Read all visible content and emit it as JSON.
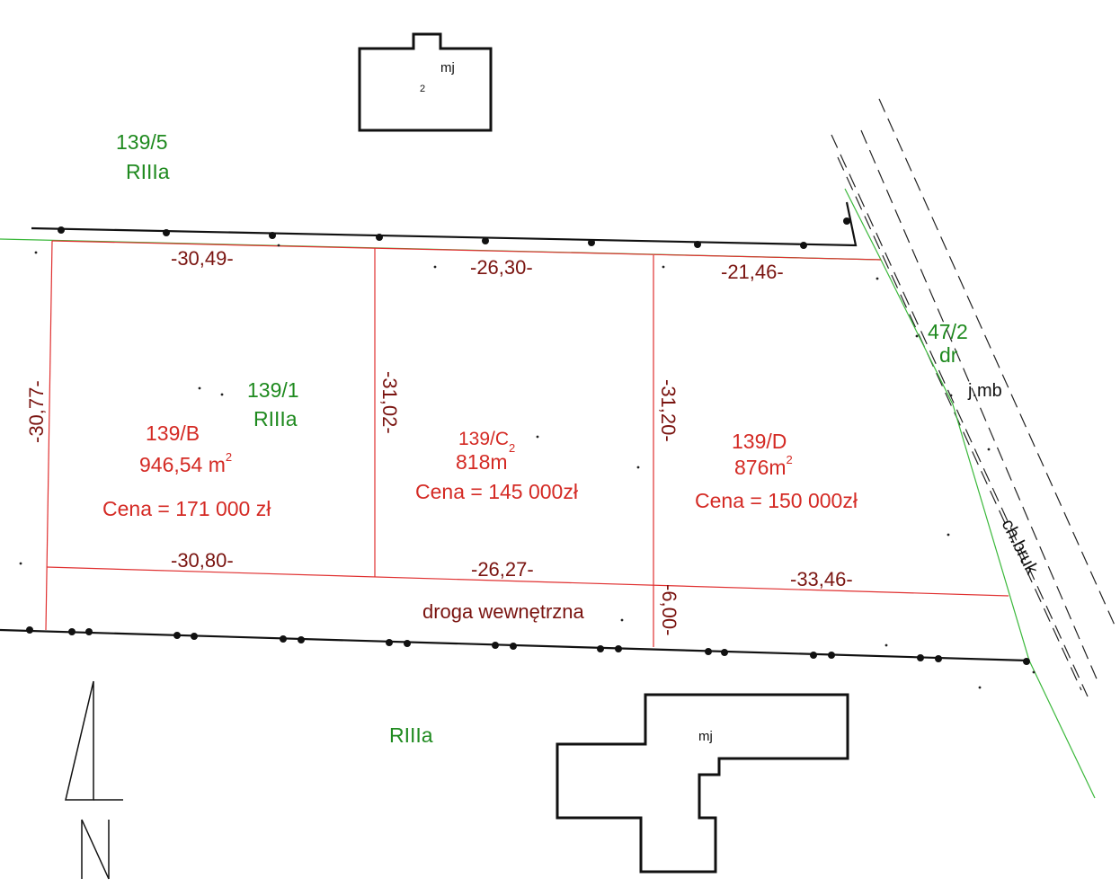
{
  "colors": {
    "parcel_label": "#1f8a1f",
    "dimension": "#7a1410",
    "lot_info": "#d42a24",
    "lot_line": "#e03030",
    "boundary": "#3bb83b",
    "outline": "#111111"
  },
  "top_parcel": {
    "number": "139/5",
    "class": "RIIIa"
  },
  "main_parcel": {
    "number": "139/1",
    "class": "RIIIa"
  },
  "road_parcel": {
    "number": "47/2",
    "use": "dr"
  },
  "bottom_class": "RIIIa",
  "buildings": {
    "top": {
      "label": "mj",
      "floors": "2"
    },
    "bottom": {
      "label": "mj"
    }
  },
  "road_labels": {
    "surface": "j.mb",
    "sidewalk": "ch.bruk"
  },
  "internal_road": "droga wewnętrzna",
  "lots": [
    {
      "id": "139/B",
      "area": "946,54 m",
      "price": "Cena = 171 000 zł"
    },
    {
      "id": "139/C",
      "area": "818m",
      "price": "Cena = 145 000zł"
    },
    {
      "id": "139/D",
      "area": "876m",
      "price": "Cena = 150 000zł"
    }
  ],
  "area_unit_exponent": "2",
  "dimensions": {
    "top": [
      "-30,49-",
      "-26,30-",
      "-21,46-"
    ],
    "bottom": [
      "-30,80-",
      "-26,27-",
      "-33,46-"
    ],
    "left": "-30,77-",
    "div1": "-31,02-",
    "div2": "-31,20-",
    "road_width": "-6,00-"
  },
  "north_arrow": "N"
}
